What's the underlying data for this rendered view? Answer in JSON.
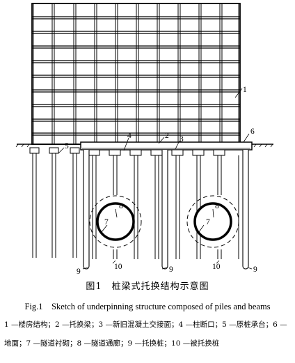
{
  "labels": {
    "l1": "1",
    "l2": "2",
    "l3": "3",
    "l4": "4",
    "l5": "5",
    "l6": "6",
    "l7a": "7",
    "l7b": "7",
    "l8a": "8",
    "l8b": "8",
    "l9a": "9",
    "l9b": "9",
    "l9c": "9",
    "l10a": "10",
    "l10b": "10"
  },
  "caption": {
    "cn": "图1　桩梁式托换结构示意图",
    "en": "Fig.1　Sketch of underpinning structure composed of piles and beams",
    "legend": "1 —楼房结构；2 —托换梁；3 —新旧混凝土交接面；4 —柱断口；5 —原桩承台；6 —地面；7 —隧道衬砌；8 —隧道通廊；9 —托换桩；10 —被托换桩"
  }
}
